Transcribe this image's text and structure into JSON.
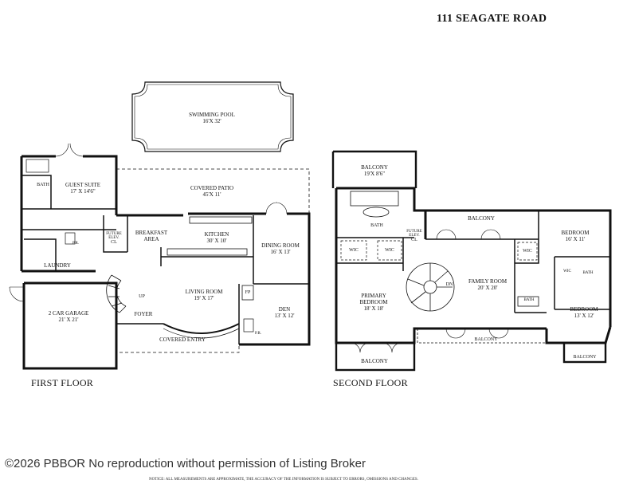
{
  "address": "111 SEAGATE ROAD",
  "floors": {
    "first": "FIRST FLOOR",
    "second": "SECOND FLOOR"
  },
  "rooms": {
    "swimming_pool": {
      "name": "SWIMMING POOL",
      "dim": "16'X 32'"
    },
    "covered_patio": {
      "name": "COVERED PATIO",
      "dim": "45'X 11'"
    },
    "guest_suite": {
      "name": "GUEST SUITE",
      "dim": "17' X 14'6\""
    },
    "guest_bath": {
      "name": "BATH"
    },
    "breakfast": {
      "name": "BREAKFAST",
      "name2": "AREA"
    },
    "kitchen": {
      "name": "KITCHEN",
      "dim": "30' X 10'"
    },
    "dining": {
      "name": "DINING ROOM",
      "dim": "16' X 13'"
    },
    "laundry": {
      "name": "LAUNDRY"
    },
    "living": {
      "name": "LIVING ROOM",
      "dim": "19' X 17'"
    },
    "garage": {
      "name": "2 CAR GARAGE",
      "dim": "21' X 21'"
    },
    "foyer": {
      "name": "FOYER"
    },
    "den": {
      "name": "DEN",
      "dim": "13' X 12'"
    },
    "covered_entry": {
      "name": "COVERED ENTRY"
    },
    "future_elev_1": {
      "line1": "FUTURE",
      "line2": "ELEV.",
      "cl": "CL"
    },
    "balcony_top": {
      "name": "BALCONY",
      "dim": "19'X 8'6\""
    },
    "balcony_mid": {
      "name": "BALCONY"
    },
    "primary_bath": {
      "name": "BATH"
    },
    "future_elev_2": {
      "line1": "FUTURE",
      "line2": "ELEV.",
      "cl": "CL"
    },
    "bedroom_1": {
      "name": "BEDROOM",
      "dim": "16' X 11'"
    },
    "wic_a": {
      "name": "WIC"
    },
    "wic_b": {
      "name": "WIC"
    },
    "wic_c": {
      "name": "WIC"
    },
    "wic_d": {
      "name": "WIC"
    },
    "bath_2": {
      "name": "BATH"
    },
    "bath_3": {
      "name": "BATH"
    },
    "primary_bedroom": {
      "name": "PRIMARY",
      "name2": "BEDROOM",
      "dim": "18' X 18'"
    },
    "family_room": {
      "name": "FAMILY ROOM",
      "dim": "20' X 20'"
    },
    "bedroom_2": {
      "name": "BEDROOM",
      "dim": "13' X 12'"
    },
    "balcony_family": {
      "name": "BALCONY"
    },
    "balcony_primary": {
      "name": "BALCONY"
    },
    "balcony_bed2": {
      "name": "BALCONY"
    }
  },
  "stairs": {
    "up": "UP",
    "down": "DN"
  },
  "fixtures": {
    "fp": "FP",
    "pr1": "P.R.",
    "pr2": "P.R."
  },
  "watermark": "©2026 PBBOR No reproduction without permission of Listing Broker",
  "notice": "NOTICE: ALL MEASUREMENTS ARE APPROXIMATE, THE ACCURACY OF THE INFORMATION IS SUBJECT TO ERRORS, OMISSIONS AND CHANGES."
}
